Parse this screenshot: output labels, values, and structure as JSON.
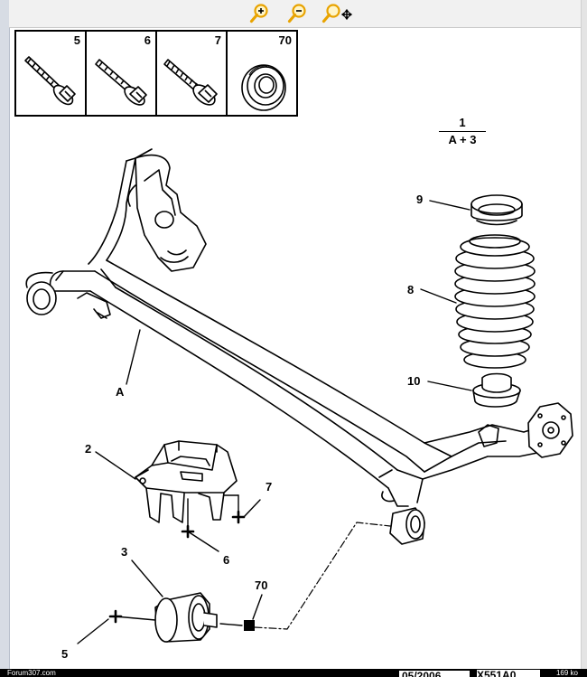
{
  "toolbar": {
    "tools": [
      {
        "icon": "zoom-in-icon"
      },
      {
        "icon": "zoom-out-icon"
      },
      {
        "icon": "pan-zoom-icon"
      }
    ]
  },
  "parts_panel": {
    "items": [
      {
        "number": "5",
        "icon": "bolt-flange-icon"
      },
      {
        "number": "6",
        "icon": "bolt-flange-icon"
      },
      {
        "number": "7",
        "icon": "bolt-flange-icon"
      },
      {
        "number": "70",
        "icon": "washer-icon"
      }
    ]
  },
  "fraction": {
    "numerator": "1",
    "denominator": "A + 3"
  },
  "callouts": {
    "label_9": "9",
    "label_8": "8",
    "label_10": "10",
    "label_A": "A",
    "label_2": "2",
    "label_7": "7",
    "label_6": "6",
    "label_3": "3",
    "label_70": "70",
    "label_5": "5"
  },
  "footer": {
    "left_text": "Forum307.com",
    "right_text": "169 ko",
    "date": "05/2006",
    "reference": "X551A0"
  },
  "colors": {
    "line": "#000000",
    "background": "#ffffff",
    "toolbar": "#f1f1f1",
    "zoom_icon": "#e8a300"
  }
}
